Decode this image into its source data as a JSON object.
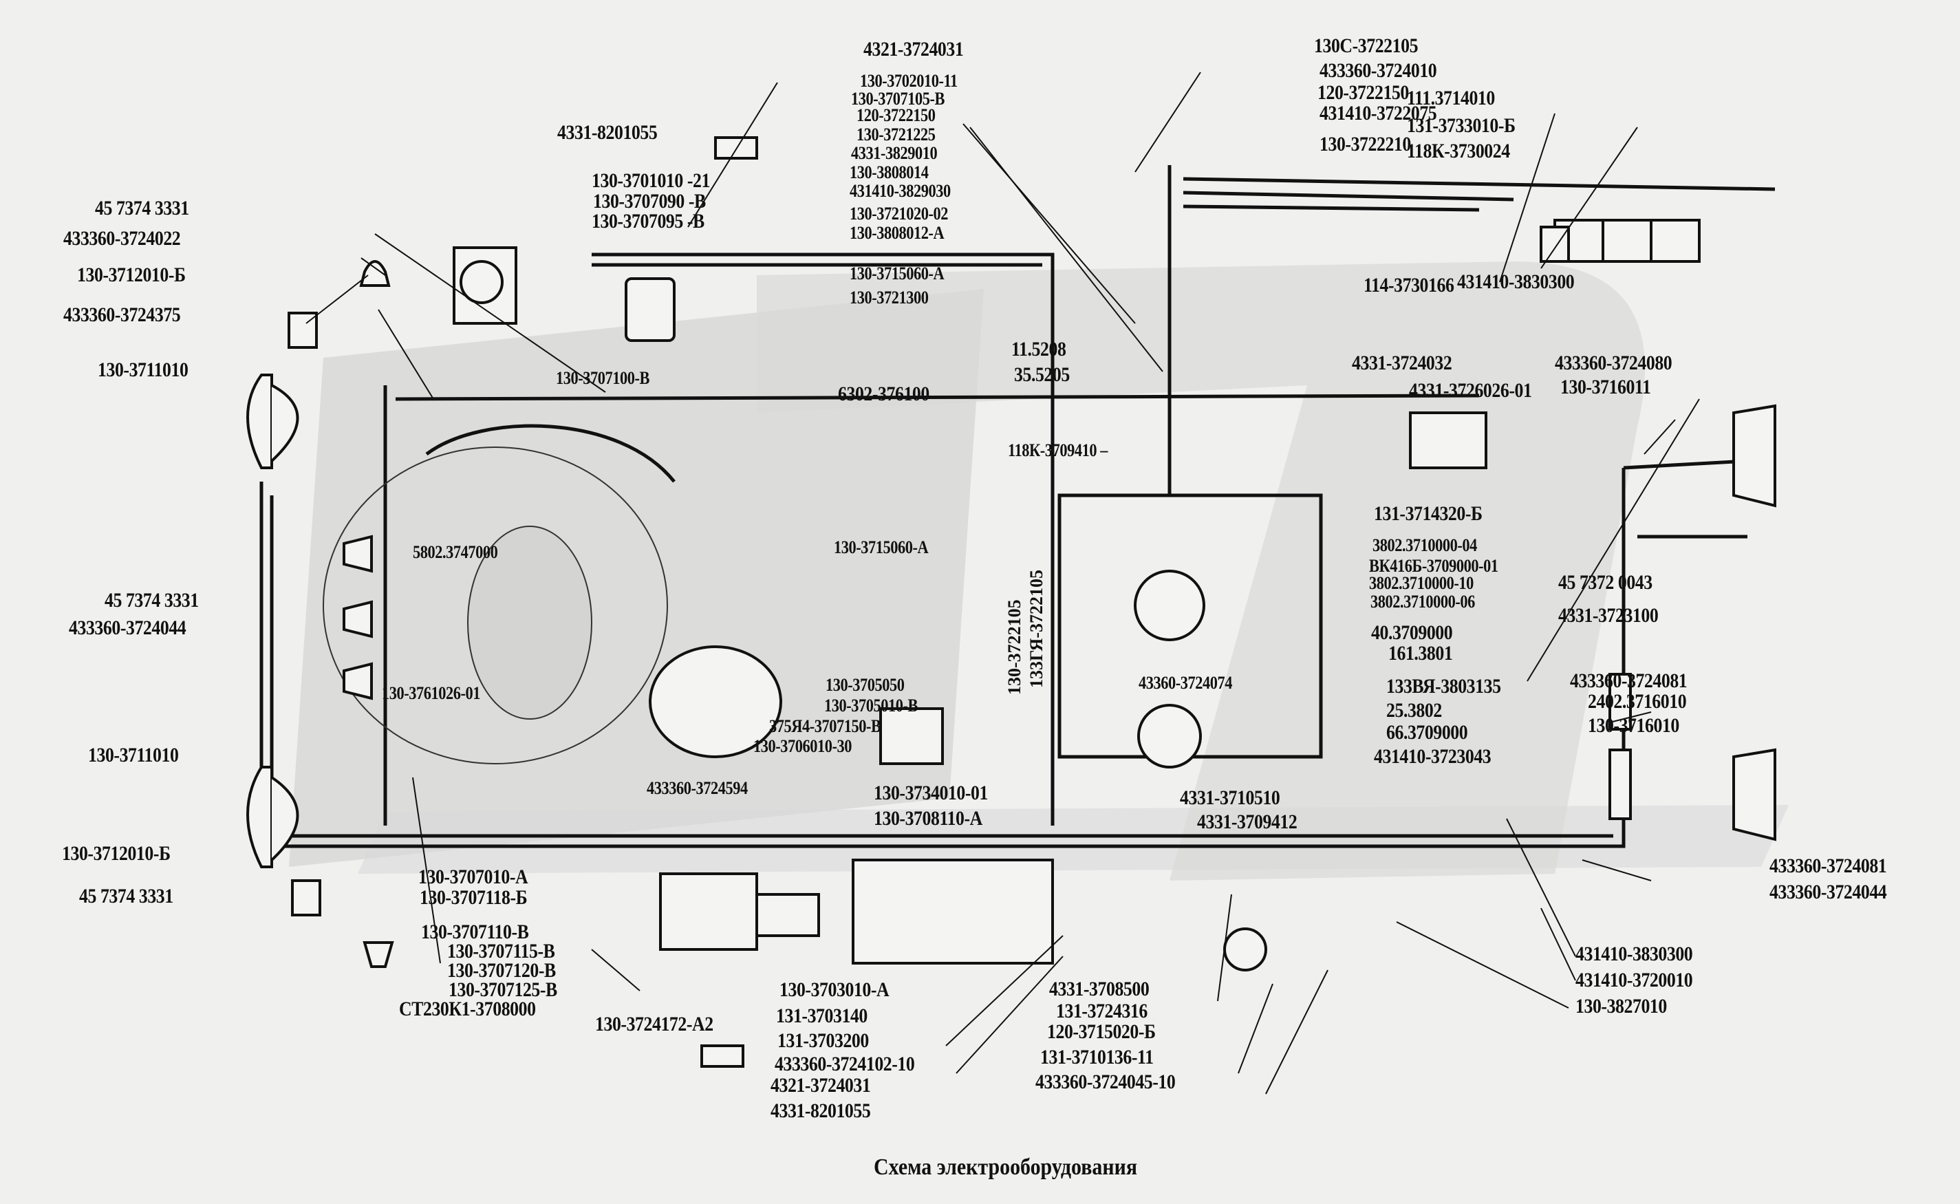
{
  "caption": "Схема электрооборудования",
  "labels": {
    "l_4321_3724031_top": "4321-3724031",
    "l_130_3702010_11": "130-3702010-11",
    "l_130_3707105_v": "130-3707105-В",
    "l_120_3722150_a": "120-3722150",
    "l_130_3721225": "130-3721225",
    "l_4331_3829010": "4331-3829010",
    "l_130_3808014": "130-3808014",
    "l_431410_3829030": "431410-3829030",
    "l_130_3721020_02": "130-3721020-02",
    "l_130_3808012_a": "130-3808012-А",
    "l_130_3715060_a_top": "130-3715060-А",
    "l_130_3721300": "130-3721300",
    "l_4331_8201055_top": "4331-8201055",
    "l_130_3701010_21": "130-3701010 -21",
    "l_130_3707090_v": "130-3707090 -В",
    "l_130_3707095_v": "130-3707095 -В",
    "l_45_7374_3331_a": "45 7374 3331",
    "l_433360_3724022": "433360-3724022",
    "l_130_3712010_b_a": "130-3712010-Б",
    "l_433360_3724375": "433360-3724375",
    "l_130_3711010_a": "130-3711010",
    "l_130_3707100_v": "130-3707100-В",
    "l_6302_376100": "6302-376100",
    "l_11_5208": "11.5208",
    "l_35_5205": "35.5205",
    "l_118k_3709410": "118К-3709410 –",
    "l_5802_3747000": "5802.3747000",
    "l_130_3715060_a_mid": "130-3715060-А",
    "l_45_7374_3331_b": "45 7374 3331",
    "l_433360_3724044_a": "433360-3724044",
    "l_130_3761026_01": "130-3761026-01",
    "l_130_3705050": "130-3705050",
    "l_130_3705010_v": "130-3705010-В",
    "l_375ya4_3707150_v": "375Я4-3707150-В",
    "l_130_3706010_30": "130-3706010-30",
    "l_433360_3724594": "433360-3724594",
    "l_130_3734010_01": "130-3734010-01",
    "l_130_3708110_a": "130-3708110-А",
    "l_130_3711010_b": "130-3711010",
    "l_130_3712010_b_b": "130-3712010-Б",
    "l_45_7374_3331_c": "45 7374 3331",
    "l_130_3707010_a": "130-3707010-А",
    "l_130_3707118_b": "130-3707118-Б",
    "l_130_3707110_v": "130-3707110-В",
    "l_130_3707115_v": "130-3707115-В",
    "l_130_3707120_v": "130-3707120-В",
    "l_130_3707125_v": "130-3707125-В",
    "l_st230k1_3708000": "СТ230К1-3708000",
    "l_130_3724172_a2": "130-3724172-А2",
    "l_130_3703010_a": "130-3703010-А",
    "l_131_3703140": "131-3703140",
    "l_131_3703200": "131-3703200",
    "l_433360_3724102_10": "433360-3724102-10",
    "l_4321_3724031_bot": "4321-3724031",
    "l_4331_8201055_bot": "4331-8201055",
    "l_4331_3708500": "4331-3708500",
    "l_131_3724316": "131-3724316",
    "l_120_3715020_b": "120-3715020-Б",
    "l_131_3710136_11": "131-3710136-11",
    "l_433360_3724045_10": "433360-3724045-10",
    "l_4331_3710510": "4331-3710510",
    "l_4331_3709412": "4331-3709412",
    "l_43360_3724074": "43360-3724074",
    "l_130c_3722105": "130С-3722105",
    "l_433360_3724010": "433360-3724010",
    "l_120_3722150_b": "120-3722150",
    "l_431410_3722075": "431410-3722075",
    "l_130_3722210": "130-3722210",
    "l_111_3714010": "111.3714010",
    "l_131_3733010_b": "131-3733010-Б",
    "l_118k_3730024": "118К-3730024",
    "l_114_3730166": "114-3730166",
    "l_431410_3830300_top": "431410-3830300",
    "l_4331_3724032": "4331-3724032",
    "l_4331_3726026_01": "4331-3726026-01",
    "l_433360_3724080": "433360-3724080",
    "l_130_3716011": "130-3716011",
    "l_131_3714320_b": "131-3714320-Б",
    "l_3802_3710000_04": "3802.3710000-04",
    "l_vk416b_3709000_01": "ВК416Б-3709000-01",
    "l_3802_3710000_10": "3802.3710000-10",
    "l_3802_3710000_06": "3802.3710000-06",
    "l_40_3709000": "40.3709000",
    "l_161_3801": "161.3801",
    "l_133vya_3803135": "133ВЯ-3803135",
    "l_25_3802": "25.3802",
    "l_66_3709000": "66.3709000",
    "l_431410_3723043": "431410-3723043",
    "l_45_7372_0043": "45 7372 0043",
    "l_4331_3723100": "4331-3723100",
    "l_433360_3724081_a": "433360-3724081",
    "l_2402_3716010": "2402.3716010",
    "l_130_3716010": "130-3716010",
    "l_433360_3724081_b": "433360-3724081",
    "l_433360_3724044_b": "433360-3724044",
    "l_431410_3830300_bot": "431410-3830300",
    "l_431410_3720010": "431410-3720010",
    "l_130_3827010": "130-3827010",
    "v_130_3722105": "130-3722105",
    "v_133gya_3722105": "133ГЯ-3722105"
  }
}
